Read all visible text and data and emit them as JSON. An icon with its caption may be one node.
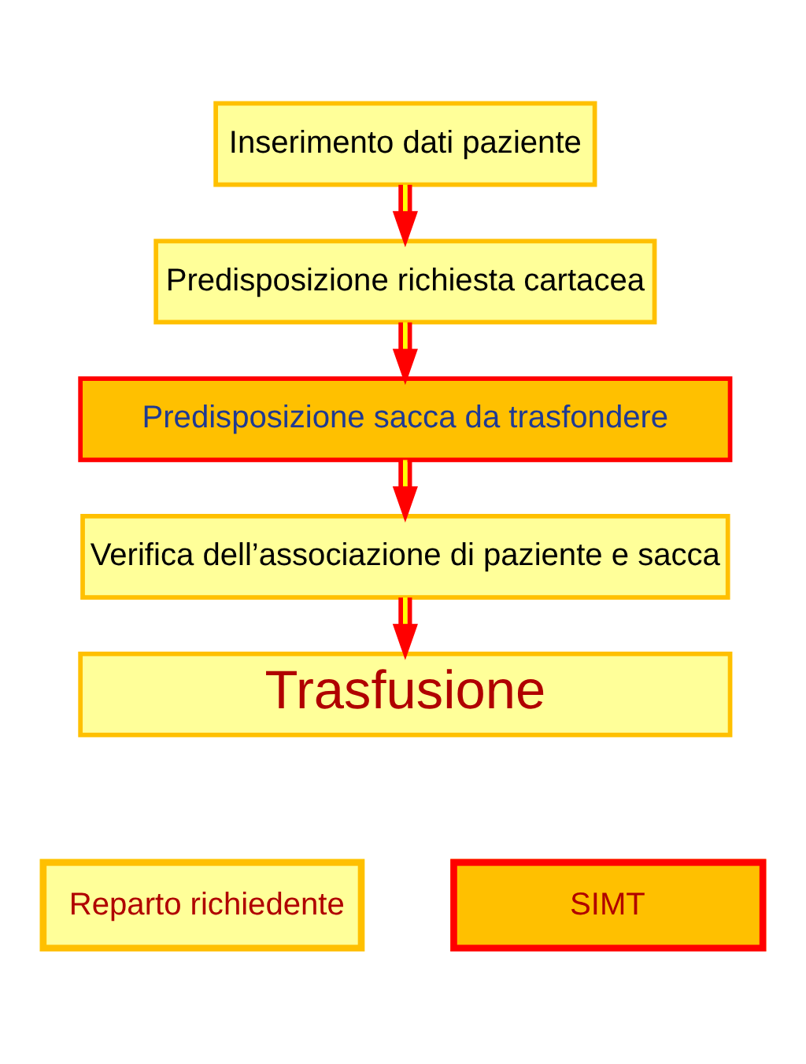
{
  "diagram": {
    "nodes": [
      {
        "text": [
          "Inserimento dati paziente"
        ]
      },
      {
        "text": [
          "Predisposizione richiesta cartacea"
        ]
      },
      {
        "text": [
          "Predisposizione sacca da trasfondere"
        ]
      },
      {
        "text": [
          "Verifica dell’associazione di paziente e sacca"
        ]
      },
      {
        "text": [
          "Trasfusione"
        ]
      }
    ],
    "edges": [
      {
        "from": 0,
        "to": 1,
        "arrow": "to"
      },
      {
        "from": 1,
        "to": 2,
        "arrow": "to"
      },
      {
        "from": 2,
        "to": 3,
        "arrow": "to"
      },
      {
        "from": 3,
        "to": 4,
        "arrow": "to"
      }
    ],
    "legend": [
      {
        "text": "Reparto richiedente",
        "color": "#ffff99"
      },
      {
        "text": "SIMT",
        "color": "#ffc000"
      }
    ]
  }
}
